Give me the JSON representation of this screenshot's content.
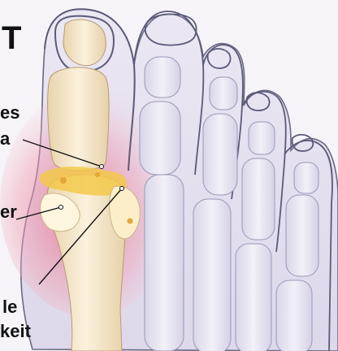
{
  "labels": {
    "title_fragment": "T",
    "label_1_line1": "es",
    "label_1_line2": "a",
    "label_2": "er",
    "label_3_line1": "le",
    "label_3_line2": "keit"
  },
  "colors": {
    "background": "#f6f4f8",
    "bone": "#f1e2c4",
    "inflammation": "#e15a78",
    "toe_outline": "#6b6a85",
    "deposit": "#f3c94a"
  }
}
